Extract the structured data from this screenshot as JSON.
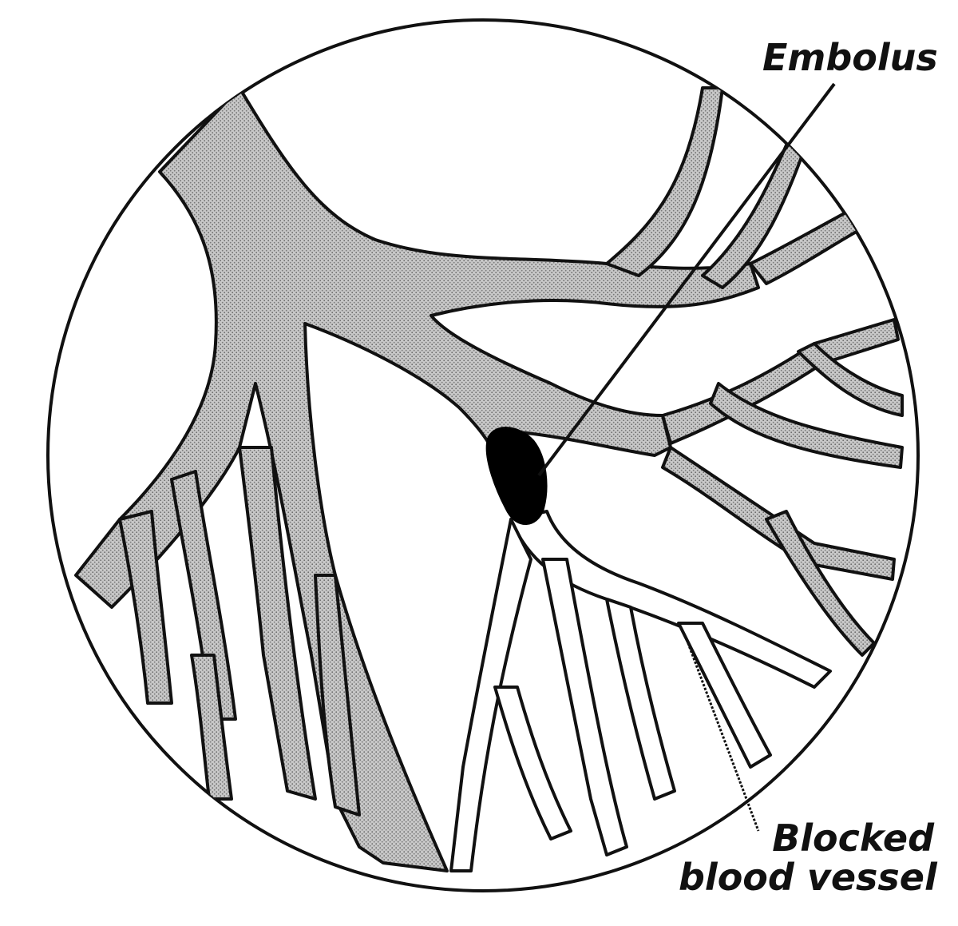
{
  "labels": {
    "embolus": "Embolus",
    "blocked_line1": "Blocked",
    "blocked_line2": "blood vessel"
  },
  "colors": {
    "outline": "#111111",
    "healthy_vessel_fill": "#bdbdbd",
    "blocked_vessel_fill": "#ffffff",
    "embolus_fill": "#000000",
    "background": "#ffffff"
  }
}
